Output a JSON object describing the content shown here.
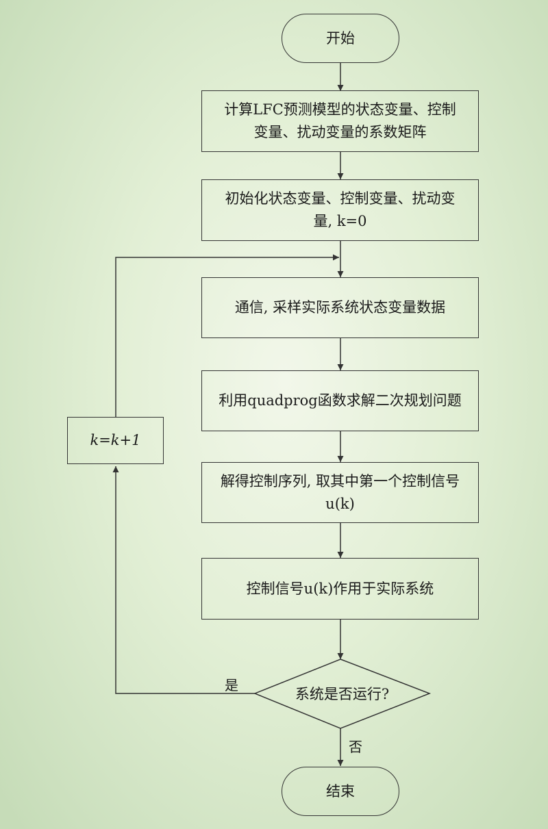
{
  "flowchart": {
    "start": "开始",
    "step1": "计算LFC预测模型的状态变量、控制变量、扰动变量的系数矩阵",
    "step2": "初始化状态变量、控制变量、扰动变量, k=0",
    "step3": "通信, 采样实际系统状态变量数据",
    "step4": "利用quadprog函数求解二次规划问题",
    "step5": "解得控制序列, 取其中第一个控制信号u(k)",
    "step6": "控制信号u(k)作用于实际系统",
    "decision": "系统是否运行?",
    "yes_label": "是",
    "no_label": "否",
    "loop_box": "k=k+1",
    "end": "结束"
  }
}
